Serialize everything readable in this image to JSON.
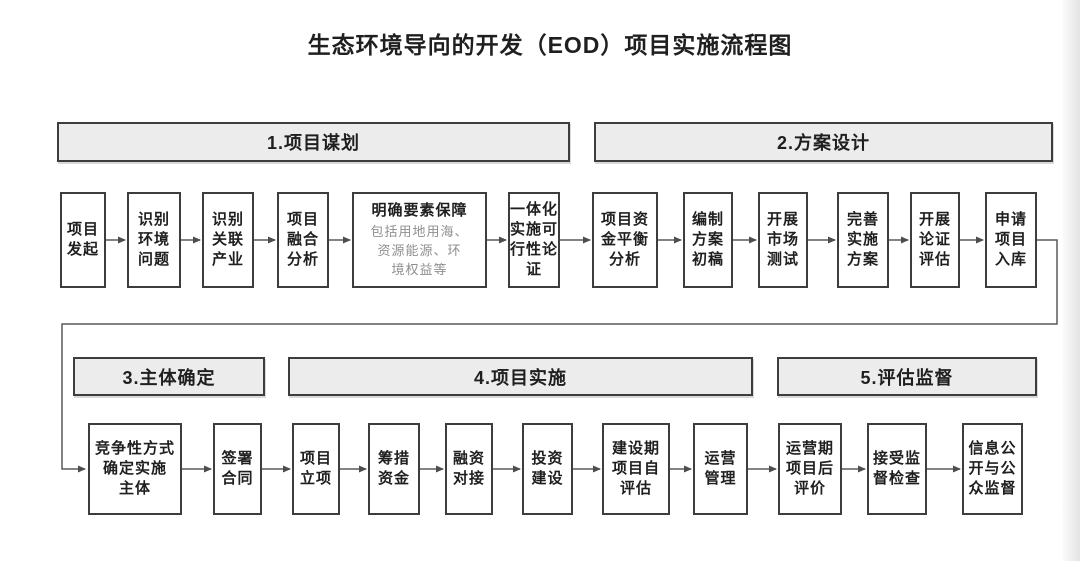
{
  "title": "生态环境导向的开发（EOD）项目实施流程图",
  "colors": {
    "background": "#ffffff",
    "header_fill": "#ececec",
    "box_border": "#3d3d3d",
    "arrow": "#5a5a5a",
    "text": "#1f1f1f",
    "sub_text": "#8f8f8f"
  },
  "phases": [
    {
      "label": "1.项目谋划"
    },
    {
      "label": "2.方案设计"
    },
    {
      "label": "3.主体确定"
    },
    {
      "label": "4.项目实施"
    },
    {
      "label": "5.评估监督"
    }
  ],
  "row1": [
    {
      "label": "项目\n发起"
    },
    {
      "label": "识别\n环境\n问题"
    },
    {
      "label": "识别\n关联\n产业"
    },
    {
      "label": "项目\n融合\n分析"
    },
    {
      "label": "明确要素保障",
      "sub": "包括用地用海、\n资源能源、环\n境权益等"
    },
    {
      "label": "一体化\n实施可\n行性论\n证"
    },
    {
      "label": "项目资\n金平衡\n分析"
    },
    {
      "label": "编制\n方案\n初稿"
    },
    {
      "label": "开展\n市场\n测试"
    },
    {
      "label": "完善\n实施\n方案"
    },
    {
      "label": "开展\n论证\n评估"
    },
    {
      "label": "申请\n项目\n入库"
    }
  ],
  "row2": [
    {
      "label": "竞争性方式\n确定实施\n主体"
    },
    {
      "label": "签署\n合同"
    },
    {
      "label": "项目\n立项"
    },
    {
      "label": "筹措\n资金"
    },
    {
      "label": "融资\n对接"
    },
    {
      "label": "投资\n建设"
    },
    {
      "label": "建设期\n项目自\n评估"
    },
    {
      "label": "运营\n管理"
    },
    {
      "label": "运营期\n项目后\n评价"
    },
    {
      "label": "接受监\n督检查"
    },
    {
      "label": "信息公\n开与公\n众监督"
    }
  ]
}
